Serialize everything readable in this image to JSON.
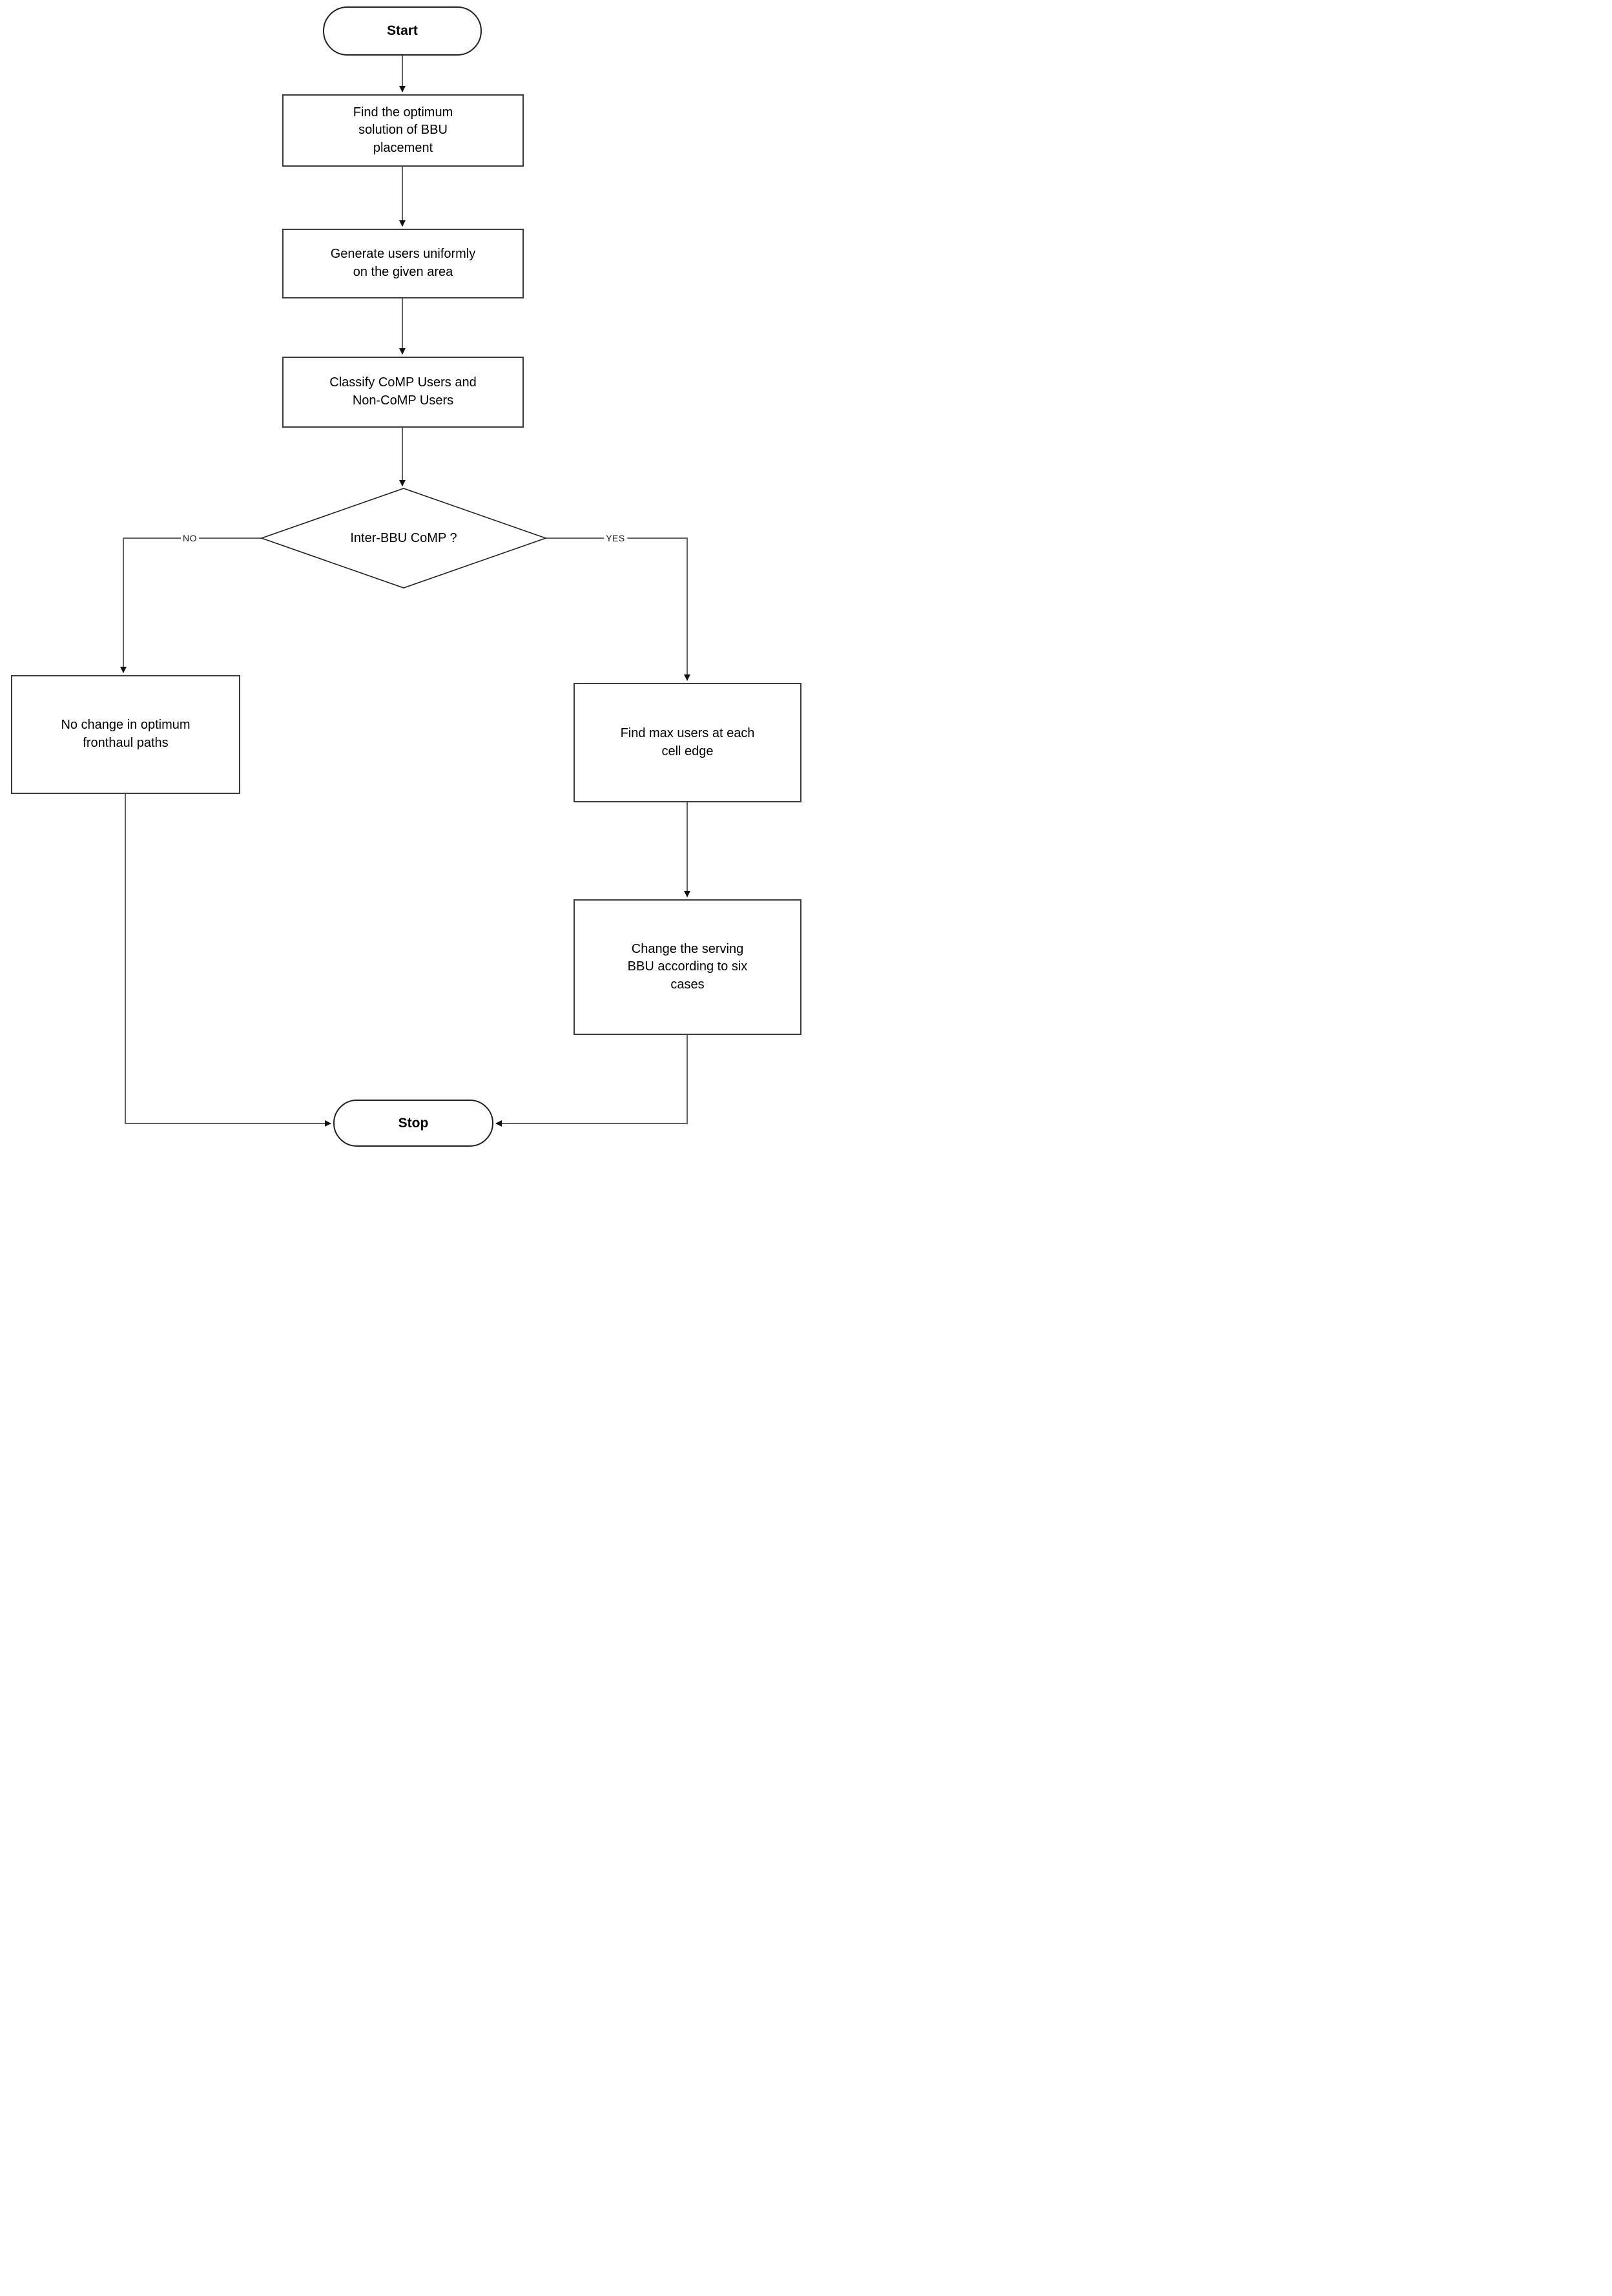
{
  "flowchart": {
    "nodes": {
      "start": {
        "label": "Start"
      },
      "step_bbu_placement": {
        "label": "Find the optimum\nsolution of BBU\nplacement"
      },
      "step_generate_users": {
        "label": "Generate users uniformly\non the given area"
      },
      "step_classify_users": {
        "label": "Classify CoMP Users and\nNon-CoMP Users"
      },
      "decision_inter_bbu_comp": {
        "label": "Inter-BBU\nCoMP ?"
      },
      "no_branch_box": {
        "label": "No change in optimum\nfronthaul paths"
      },
      "yes_branch_box_1": {
        "label": "Find max users at each\ncell edge"
      },
      "yes_branch_box_2": {
        "label": "Change the serving\nBBU according to six\ncases"
      },
      "stop": {
        "label": "Stop"
      }
    },
    "branch_labels": {
      "no": "NO",
      "yes": "YES"
    },
    "colors": {
      "connector": "#616161",
      "arrowhead": "#111111",
      "shape_border": "#3b3b3b",
      "diamond_border": "#1f1f1f",
      "text": "#000000",
      "background": "#ffffff"
    }
  }
}
